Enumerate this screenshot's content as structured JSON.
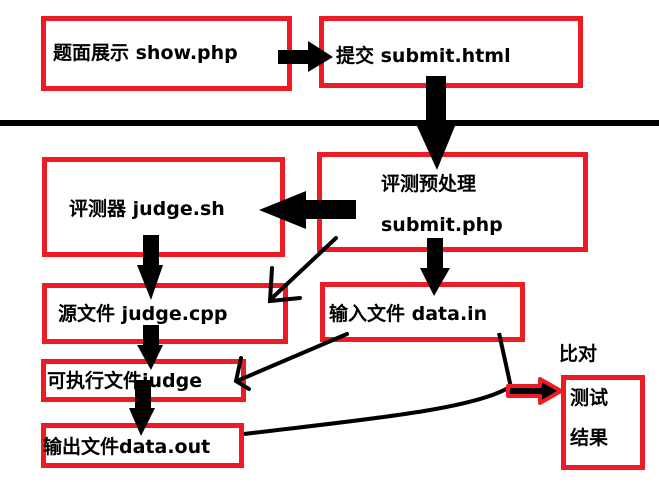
{
  "diagram": {
    "title": "Online judge evaluation flow",
    "colors": {
      "box_border": "#ed1c24",
      "arrow": "#000000",
      "text": "#000000"
    },
    "nodes": {
      "show": {
        "label": "题面展示 show.php"
      },
      "submit_html": {
        "label": "提交 submit.html"
      },
      "preprocess": {
        "line1": "评测预处理",
        "line2": "submit.php"
      },
      "judge_sh": {
        "label": "评测器 judge.sh"
      },
      "source": {
        "label": "源文件 judge.cpp"
      },
      "input": {
        "label": "输入文件 data.in"
      },
      "executable": {
        "label": "可执行文件judge"
      },
      "output": {
        "label": "输出文件data.out"
      },
      "result": {
        "line1": "测试",
        "line2": "结果"
      }
    },
    "compare_label": "比对",
    "edges": [
      {
        "from": "show",
        "to": "submit_html"
      },
      {
        "from": "submit_html",
        "to": "preprocess"
      },
      {
        "from": "preprocess",
        "to": "judge_sh"
      },
      {
        "from": "preprocess",
        "to": "source"
      },
      {
        "from": "preprocess",
        "to": "input"
      },
      {
        "from": "judge_sh",
        "to": "source"
      },
      {
        "from": "source",
        "to": "executable"
      },
      {
        "from": "input",
        "to": "executable"
      },
      {
        "from": "executable",
        "to": "output"
      },
      {
        "from": "input",
        "to": "result",
        "label": "比对"
      },
      {
        "from": "output",
        "to": "result",
        "label": "比对"
      }
    ]
  }
}
